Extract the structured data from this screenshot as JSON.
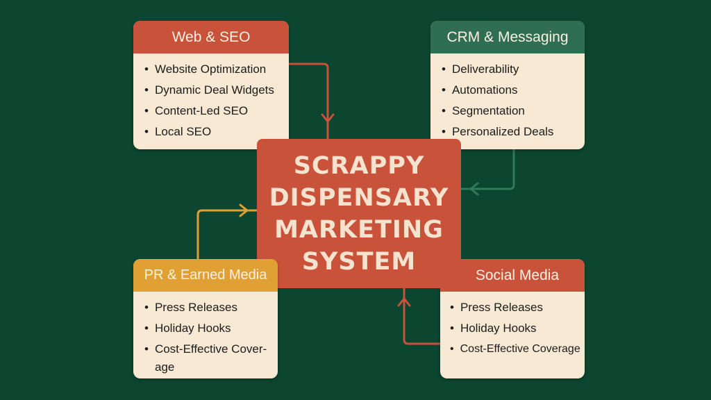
{
  "center": {
    "title": "SCRAPPY\nDISPENSARY\nMARKETING\nSYSTEM"
  },
  "web_seo": {
    "title": "Web & SEO",
    "items": [
      "Website Optimization",
      "Dynamic Deal Widgets",
      "Content-Led SEO",
      "Local SEO"
    ]
  },
  "crm": {
    "title": "CRM & Messaging",
    "items": [
      "Deliverability",
      "Automations",
      "Segmentation",
      "Personalized Deals"
    ]
  },
  "pr": {
    "title": "PR & Earned Media",
    "items": [
      "Press Releases",
      "Holiday Hooks",
      "Cost-Effective Cover-age"
    ]
  },
  "social": {
    "title": "Social Media",
    "items": [
      "Press Releases",
      "Holiday Hooks",
      "Cost-Effective Coverage"
    ]
  },
  "colors": {
    "background": "#0c4530",
    "center": "#c9523a",
    "web": "#c9523a",
    "crm": "#2f6e52",
    "pr": "#e0a034",
    "social": "#c9523a",
    "card": "#f7e9d3"
  }
}
